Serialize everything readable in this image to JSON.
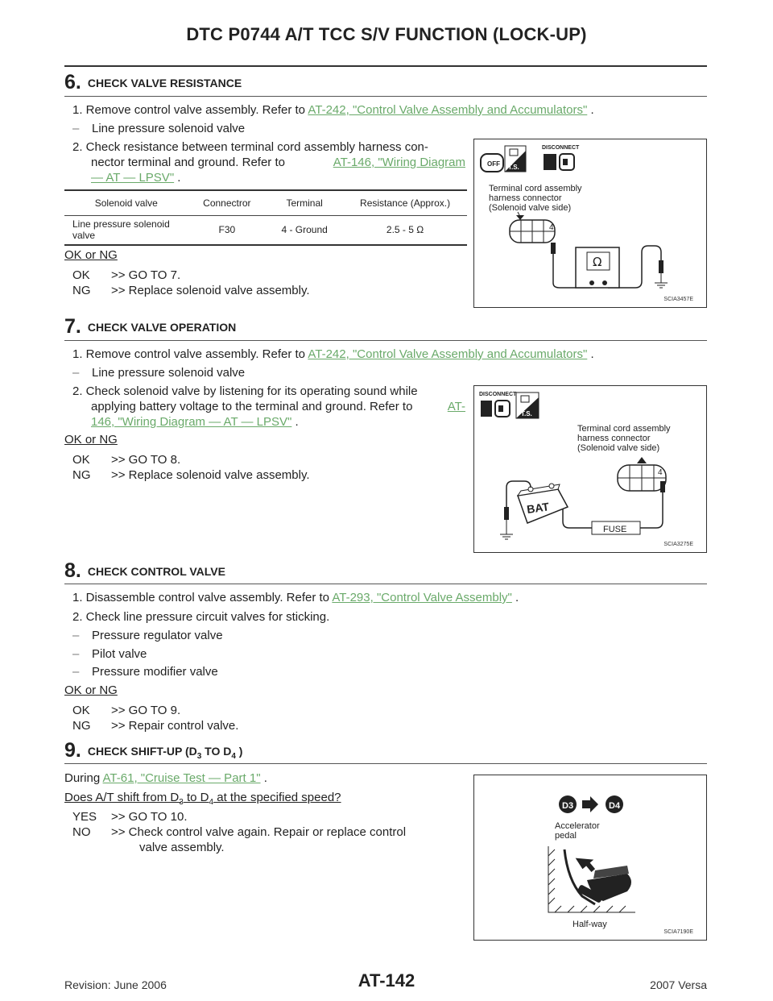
{
  "header": {
    "title": "DTC P0744 A/T TCC S/V FUNCTION (LOCK-UP)"
  },
  "step6": {
    "num": "6.",
    "heading": "CHECK VALVE RESISTANCE",
    "line1_pre": "1.  Remove control valve assembly. Refer to ",
    "line1_link": "AT-242, \"Control Valve Assembly and Accumulators\"",
    "line1_post": " .",
    "dash1": "Line pressure solenoid valve",
    "line2a": "2.  Check resistance between terminal cord assembly harness con-",
    "line2b_pre": "nector terminal and ground. Refer to ",
    "line2b_link": "AT-146, \"Wiring Diagram",
    "line2c_link": "— AT — LPSV\"",
    "line2c_post": " .",
    "table": {
      "headers": [
        "Solenoid valve",
        "Connectror",
        "Terminal",
        "Resistance (Approx.)"
      ],
      "row": {
        "solenoid_1": "Line pressure solenoid",
        "solenoid_2": "valve",
        "connector": "F30",
        "terminal": "4 - Ground",
        "resistance": "2.5 - 5 Ω"
      }
    },
    "okng": "OK or NG",
    "ok_key": "OK",
    "ok_val": ">> GO TO 7.",
    "ng_key": "NG",
    "ng_val": ">> Replace solenoid valve assembly.",
    "figure": {
      "disconnect": "DISCONNECT",
      "ts": "T.S.",
      "off": "OFF",
      "label1": "Terminal cord assembly",
      "label2": "harness connector",
      "label3": "(Solenoid valve side)",
      "pin": "4",
      "ohm": "Ω",
      "code": "SCIA3457E"
    }
  },
  "step7": {
    "num": "7.",
    "heading": "CHECK VALVE OPERATION",
    "line1_pre": "1.  Remove control valve assembly. Refer to ",
    "line1_link": "AT-242, \"Control Valve Assembly and Accumulators\"",
    "line1_post": " .",
    "dash1": "Line pressure solenoid valve",
    "line2a": "2.  Check solenoid valve by listening for its operating sound while",
    "line2b_pre": "applying battery voltage to the terminal and ground. Refer to ",
    "line2b_link": "AT-",
    "line2c_link": "146, \"Wiring Diagram — AT — LPSV\"",
    "line2c_post": " .",
    "okng": "OK or NG",
    "ok_key": "OK",
    "ok_val": ">> GO TO 8.",
    "ng_key": "NG",
    "ng_val": ">> Replace solenoid valve assembly.",
    "figure": {
      "disconnect": "DISCONNECT",
      "ts": "T.S.",
      "label1": "Terminal cord assembly",
      "label2": "harness connector",
      "label3": "(Solenoid valve side)",
      "pin": "4",
      "bat": "BAT",
      "fuse": "FUSE",
      "code": "SCIA3275E"
    }
  },
  "step8": {
    "num": "8.",
    "heading": "CHECK CONTROL VALVE",
    "line1_pre": "1.  Disassemble control valve assembly. Refer to ",
    "line1_link": "AT-293, \"Control Valve Assembly\"",
    "line1_post": " .",
    "line2": "2.  Check line pressure circuit valves for sticking.",
    "dash1": "Pressure regulator valve",
    "dash2": "Pilot valve",
    "dash3": "Pressure modifier valve",
    "okng": "OK or NG",
    "ok_key": "OK",
    "ok_val": ">> GO TO 9.",
    "ng_key": "NG",
    "ng_val": ">> Repair control valve."
  },
  "step9": {
    "num": "9.",
    "heading_pre": "CHECK SHIFT-UP (D",
    "heading_sub1": "3",
    "heading_mid": "  TO D",
    "heading_sub2": "4",
    "heading_post": " )",
    "during_pre": "During ",
    "during_link": "AT-61, \"Cruise Test — Part 1\"",
    "during_post": " .",
    "q_pre": "Does A/T shift from D",
    "q_sub1": "3",
    "q_mid": "  to D",
    "q_sub2": "4",
    "q_post": "  at the specified speed?",
    "yes_key": "YES",
    "yes_val": ">> GO TO 10.",
    "no_key": "NO",
    "no_val1": ">> Check control valve again. Repair or replace control",
    "no_val2": "valve assembly.",
    "figure": {
      "d3": "D3",
      "d4": "D4",
      "label1": "Accelerator",
      "label2": "pedal",
      "halfway": "Half-way",
      "code": "SCIA7190E"
    }
  },
  "footer": {
    "revision": "Revision: June 2006",
    "page": "AT-142",
    "model": "2007 Versa"
  }
}
